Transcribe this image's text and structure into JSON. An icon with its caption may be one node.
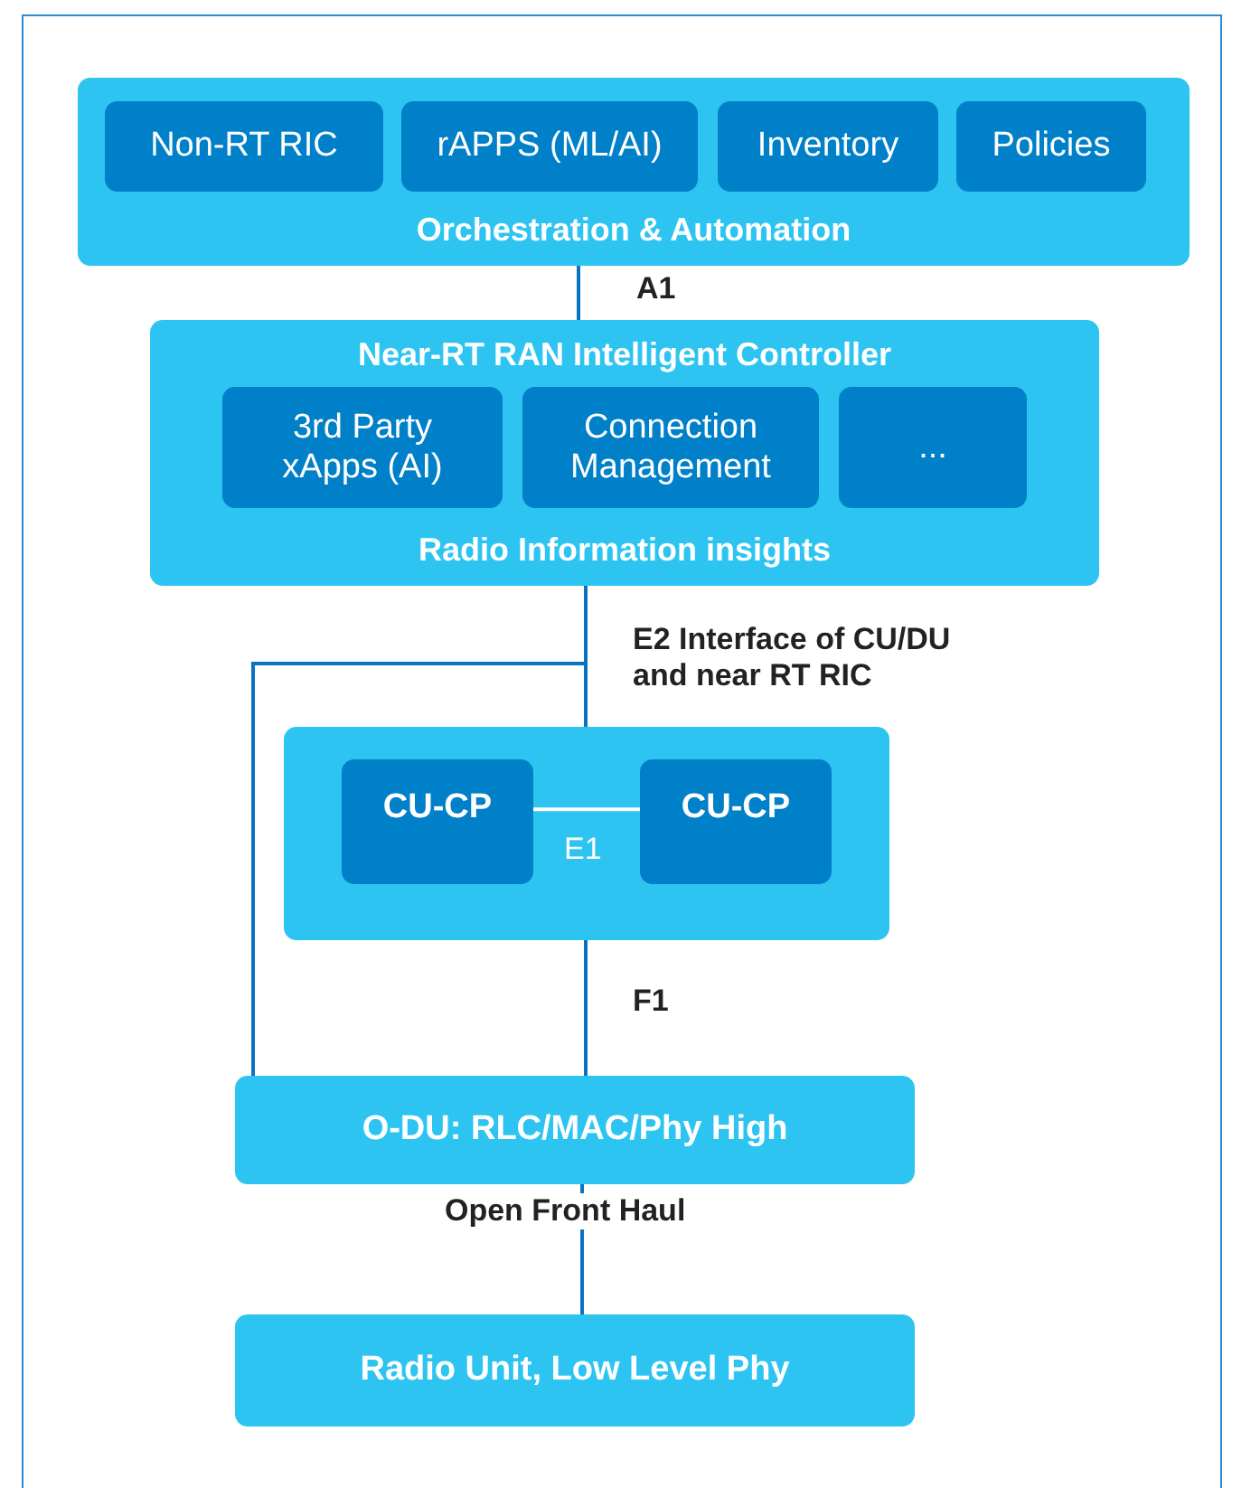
{
  "diagram": {
    "nodes": [
      {
        "text": [
          "Orchestration & Automation"
        ]
      },
      {
        "text": [
          "Non-RT RIC"
        ],
        "in": 0
      },
      {
        "text": [
          "rAPPS (ML/AI)"
        ],
        "in": 0
      },
      {
        "text": [
          "Inventory"
        ],
        "in": 0
      },
      {
        "text": [
          "Policies"
        ],
        "in": 0
      },
      {
        "text": [
          "Near-RT RAN Intelligent Controller",
          "Radio Information insights"
        ]
      },
      {
        "text": [
          "3rd Party xApps (AI)"
        ],
        "in": 5
      },
      {
        "text": [
          "Connection Management"
        ],
        "in": 5
      },
      {
        "text": [
          "..."
        ],
        "in": 5
      },
      {
        "text": [],
        "shape": "box"
      },
      {
        "text": [
          "CU-CP"
        ],
        "in": 9
      },
      {
        "text": [
          "CU-CP"
        ],
        "in": 9
      },
      {
        "text": [
          "O-DU: RLC/MAC/Phy High"
        ]
      },
      {
        "text": [
          "Radio Unit, Low Level Phy"
        ]
      }
    ],
    "edges": [
      {
        "from": 0,
        "to": 5,
        "arrow": "none",
        "label": "A1"
      },
      {
        "from": 5,
        "to": 9,
        "arrow": "none",
        "label": "E2 Interface of CU/DU and near RT RIC"
      },
      {
        "from": 5,
        "to": 12,
        "arrow": "none"
      },
      {
        "from": 10,
        "to": 11,
        "arrow": "none",
        "label": "E1",
        "color": "#ffffff"
      },
      {
        "from": 9,
        "to": 12,
        "arrow": "none",
        "label": "F1"
      },
      {
        "from": 12,
        "to": 13,
        "arrow": "none",
        "label": "Open Front Haul"
      }
    ]
  }
}
